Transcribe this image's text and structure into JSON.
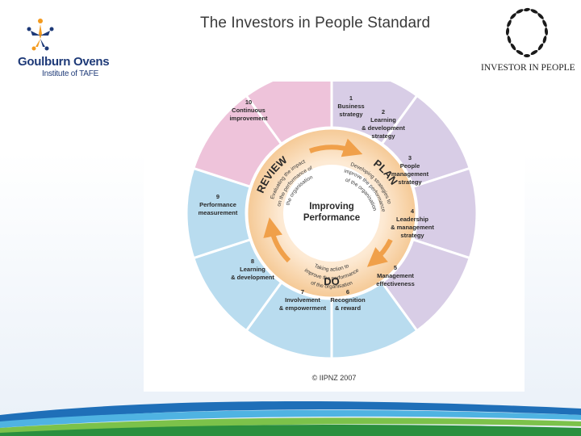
{
  "header": {
    "title": "The Investors in People Standard"
  },
  "logos": {
    "institute_name": "Goulburn Ovens",
    "institute_sub": "Institute of TAFE",
    "standard_name": "INVESTOR IN PEOPLE"
  },
  "diagram": {
    "center_line1": "Improving",
    "center_line2": "Performance",
    "phases": {
      "plan": "PLAN",
      "do": "DO",
      "review": "REVIEW"
    },
    "phase_notes": {
      "plan": [
        "Developing strategies to",
        "improve the performance",
        "of the organisation"
      ],
      "do": [
        "Taking action to",
        "improve the performance",
        "of the organisation"
      ],
      "review": [
        "Evaluating the impact",
        "on the performance of",
        "the organisation"
      ]
    },
    "segments": [
      {
        "num": "1",
        "lines": [
          "Business",
          "strategy"
        ]
      },
      {
        "num": "2",
        "lines": [
          "Learning",
          "& development",
          "strategy"
        ]
      },
      {
        "num": "3",
        "lines": [
          "People",
          "management",
          "strategy"
        ]
      },
      {
        "num": "4",
        "lines": [
          "Leadership",
          "& management",
          "strategy"
        ]
      },
      {
        "num": "5",
        "lines": [
          "Management",
          "effectiveness"
        ]
      },
      {
        "num": "6",
        "lines": [
          "Recognition",
          "& reward"
        ]
      },
      {
        "num": "7",
        "lines": [
          "Involvement",
          "& empowerment"
        ]
      },
      {
        "num": "8",
        "lines": [
          "Learning",
          "& development"
        ]
      },
      {
        "num": "9",
        "lines": [
          "Performance",
          "measurement"
        ]
      },
      {
        "num": "10",
        "lines": [
          "Continuous",
          "improvement"
        ]
      }
    ],
    "copyright": "© IIPNZ 2007"
  },
  "colors": {
    "plan_segment": "#d8cde6",
    "do_segment": "#b9dcef",
    "review_segment": "#eec3da",
    "inner_ring": "#f7d3a7",
    "inner_ring_light": "#fbe3c6",
    "arrow": "#f0a04a",
    "text": "#2a2a2a"
  }
}
